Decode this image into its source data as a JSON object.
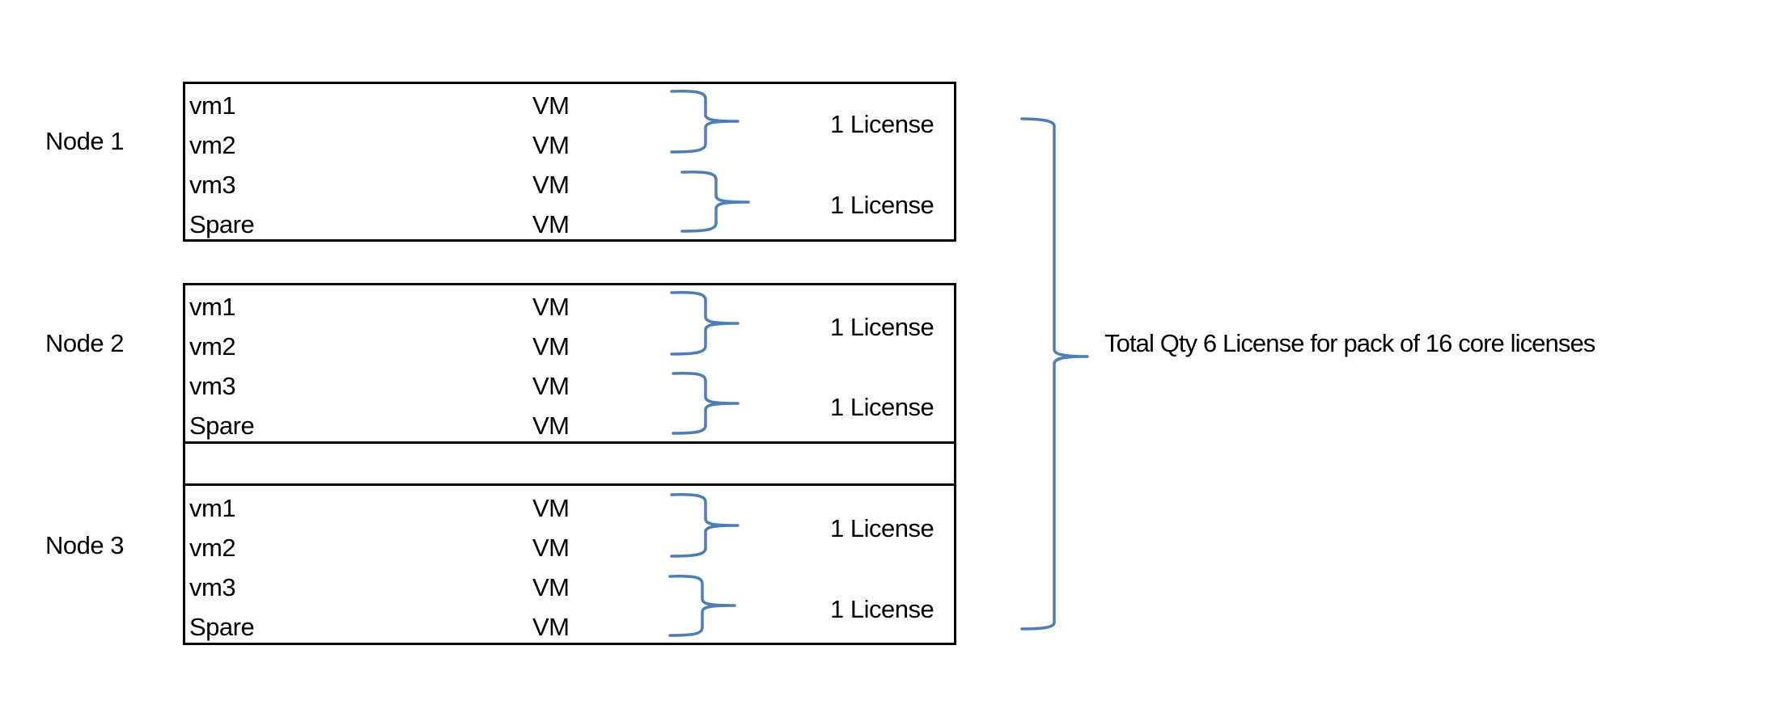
{
  "colors": {
    "brace": "#4a7ebb",
    "border": "#000000",
    "text": "#000000"
  },
  "nodes": [
    {
      "label": "Node 1",
      "vms": [
        {
          "name": "vm1",
          "type": "VM"
        },
        {
          "name": "vm2",
          "type": "VM"
        },
        {
          "name": "vm3",
          "type": "VM"
        },
        {
          "name": "Spare",
          "type": "VM"
        }
      ],
      "licenses": [
        "1 License",
        "1 License"
      ]
    },
    {
      "label": "Node 2",
      "vms": [
        {
          "name": "vm1",
          "type": "VM"
        },
        {
          "name": "vm2",
          "type": "VM"
        },
        {
          "name": "vm3",
          "type": "VM"
        },
        {
          "name": "Spare",
          "type": "VM"
        }
      ],
      "licenses": [
        "1 License",
        "1 License"
      ]
    },
    {
      "label": "Node 3",
      "vms": [
        {
          "name": "vm1",
          "type": "VM"
        },
        {
          "name": "vm2",
          "type": "VM"
        },
        {
          "name": "vm3",
          "type": "VM"
        },
        {
          "name": "Spare",
          "type": "VM"
        }
      ],
      "licenses": [
        "1 License",
        "1 License"
      ]
    }
  ],
  "total": {
    "label": "Total Qty 6 License for pack of 16 core licenses",
    "quantity": 6,
    "pack_size_cores": 16
  }
}
